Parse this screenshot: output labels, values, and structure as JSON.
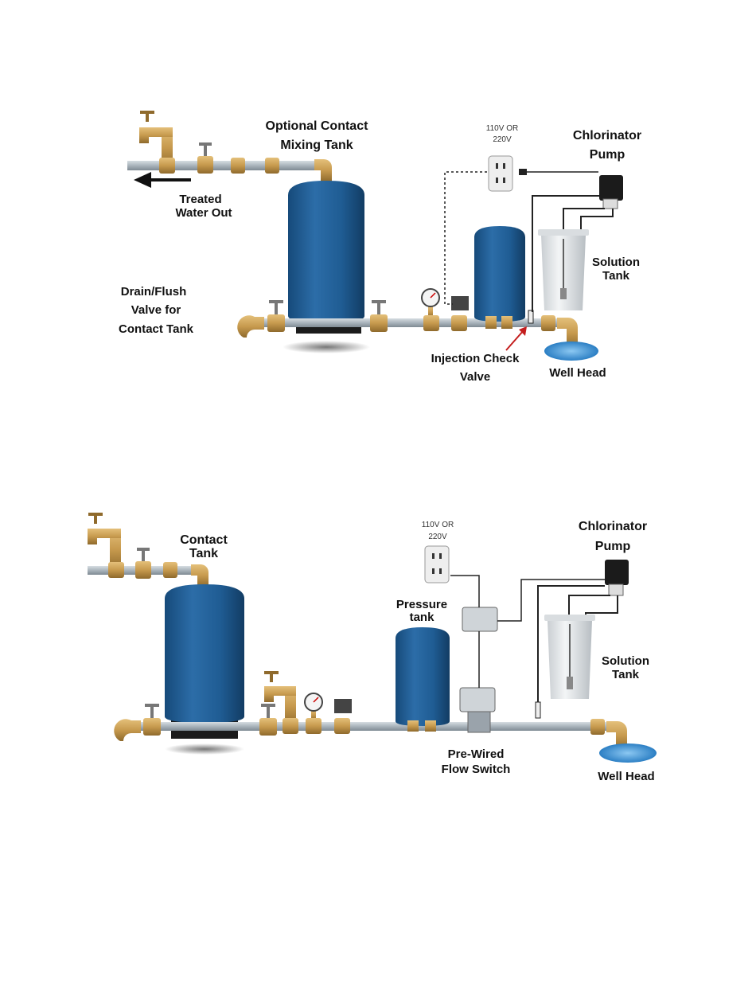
{
  "diagram1": {
    "label_optional_contact_1": "Optional Contact",
    "label_optional_contact_2": "Mixing Tank",
    "label_treated_1": "Treated",
    "label_treated_2": "Water Out",
    "label_drain_1": "Drain/Flush",
    "label_drain_2": "Valve for",
    "label_drain_3": "Contact Tank",
    "label_voltage_1": "110V OR",
    "label_voltage_2": "220V",
    "label_chlorinator_1": "Chlorinator",
    "label_chlorinator_2": "Pump",
    "label_solution_1": "Solution",
    "label_solution_2": "Tank",
    "label_injection_1": "Injection Check",
    "label_injection_2": "Valve",
    "label_wellhead": "Well Head"
  },
  "diagram2": {
    "label_contact_1": "Contact",
    "label_contact_2": "Tank",
    "label_voltage_1": "110V OR",
    "label_voltage_2": "220V",
    "label_pressure_1": "Pressure",
    "label_pressure_2": "tank",
    "label_chlorinator_1": "Chlorinator",
    "label_chlorinator_2": "Pump",
    "label_solution_1": "Solution",
    "label_solution_2": "Tank",
    "label_flowswitch_1": "Pre-Wired",
    "label_flowswitch_2": "Flow Switch",
    "label_wellhead": "Well Head"
  },
  "colors": {
    "tank_blue": "#1f5c93",
    "pipe_gray": "#a9b3bb",
    "brass": "#c79a4e",
    "water": "#3d8fd1"
  }
}
